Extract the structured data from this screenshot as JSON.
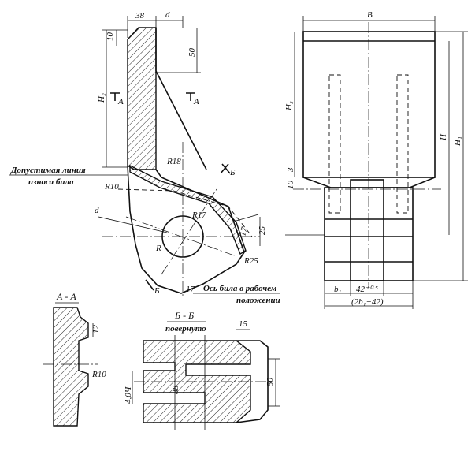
{
  "labels": {
    "dim_38": "38",
    "dim_d_top": "d",
    "dim_10_top": "10",
    "dim_50_top": "50",
    "dim_H2": "H₂",
    "sec_mark_a": "A",
    "sec_mark_b": "Б",
    "note_wear_line_1": "Допустимая линия",
    "note_wear_line_2": "износа била",
    "r18": "R18",
    "r10_left": "R10",
    "dim_d_side": "d",
    "dim_R": "R",
    "r17": "R17",
    "dim_17": "17",
    "dim_25": "25",
    "r25": "R25",
    "note_axis_1": "Ось била в рабочем",
    "note_axis_2": "положении",
    "dim_17b": "17",
    "dim_B": "В",
    "dim_H3": "H₃",
    "dim_H": "H",
    "dim_H1": "H₁",
    "dim_3": "3",
    "dim_10_right": "10",
    "dim_b1": "b₁",
    "dim_42": "42⁺⁰·⁵",
    "dim_2b1": "(2b₁+42)",
    "section_aa": "А - А",
    "dim_12": "12",
    "r10_section": "R10",
    "section_bb": "Б - Б",
    "section_bb_sub": "повернуто",
    "dim_15": "15",
    "dim_50_bottom": "50",
    "dim_88": "88",
    "dim_4h7": "4,0Ч"
  }
}
